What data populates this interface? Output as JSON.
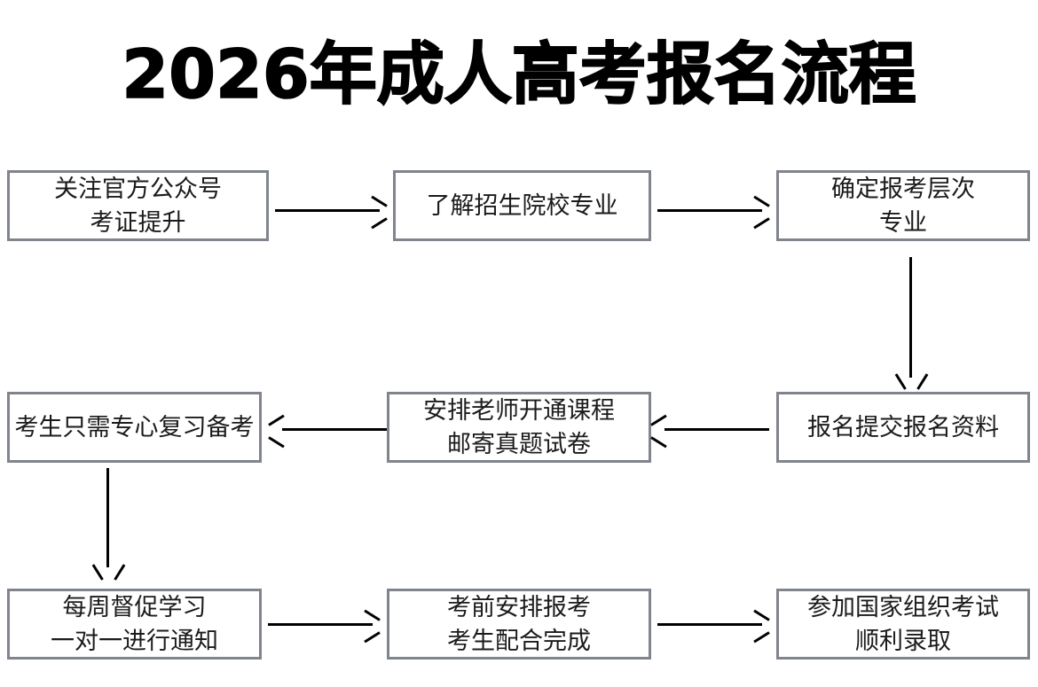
{
  "page": {
    "title": "2026年成人高考报名流程",
    "background_color": "#ffffff",
    "box_border_color": "#80848c",
    "box_fill_color": "#ffffff",
    "text_color": "#1b1b1b",
    "arrow_color": "#000000"
  },
  "chart_data": {
    "type": "diagram",
    "title": "2026年成人高考报名流程",
    "nodes": [
      {
        "id": "n1",
        "lines": [
          "关注官方公众号",
          "考证提升"
        ],
        "row": 1,
        "col": 1
      },
      {
        "id": "n2",
        "lines": [
          "了解招生院校专业"
        ],
        "row": 1,
        "col": 2
      },
      {
        "id": "n3",
        "lines": [
          "确定报考层次",
          "专业"
        ],
        "row": 1,
        "col": 3
      },
      {
        "id": "n4",
        "lines": [
          "考生只需专心复习备考"
        ],
        "row": 2,
        "col": 1
      },
      {
        "id": "n5",
        "lines": [
          "安排老师开通课程",
          "邮寄真题试卷"
        ],
        "row": 2,
        "col": 2
      },
      {
        "id": "n6",
        "lines": [
          "报名提交报名资料"
        ],
        "row": 2,
        "col": 3
      },
      {
        "id": "n7",
        "lines": [
          "每周督促学习",
          "一对一进行通知"
        ],
        "row": 3,
        "col": 1
      },
      {
        "id": "n8",
        "lines": [
          "考前安排报考",
          "考生配合完成"
        ],
        "row": 3,
        "col": 2
      },
      {
        "id": "n9",
        "lines": [
          "参加国家组织考试",
          "顺利录取"
        ],
        "row": 3,
        "col": 3
      }
    ],
    "edges": [
      {
        "from": "n1",
        "to": "n2",
        "direction": "right"
      },
      {
        "from": "n2",
        "to": "n3",
        "direction": "right"
      },
      {
        "from": "n3",
        "to": "n6",
        "direction": "down"
      },
      {
        "from": "n6",
        "to": "n5",
        "direction": "left"
      },
      {
        "from": "n5",
        "to": "n4",
        "direction": "left"
      },
      {
        "from": "n4",
        "to": "n7",
        "direction": "down"
      },
      {
        "from": "n7",
        "to": "n8",
        "direction": "right"
      },
      {
        "from": "n8",
        "to": "n9",
        "direction": "right"
      }
    ]
  },
  "nodes": {
    "n1": {
      "line1": "关注官方公众号",
      "line2": "考证提升"
    },
    "n2": {
      "line1": "了解招生院校专业"
    },
    "n3": {
      "line1": "确定报考层次",
      "line2": "专业"
    },
    "n4": {
      "line1": "考生只需专心复习备考"
    },
    "n5": {
      "line1": "安排老师开通课程",
      "line2": "邮寄真题试卷"
    },
    "n6": {
      "line1": "报名提交报名资料"
    },
    "n7": {
      "line1": "每周督促学习",
      "line2": "一对一进行通知"
    },
    "n8": {
      "line1": "考前安排报考",
      "line2": "考生配合完成"
    },
    "n9": {
      "line1": "参加国家组织考试",
      "line2": "顺利录取"
    }
  }
}
